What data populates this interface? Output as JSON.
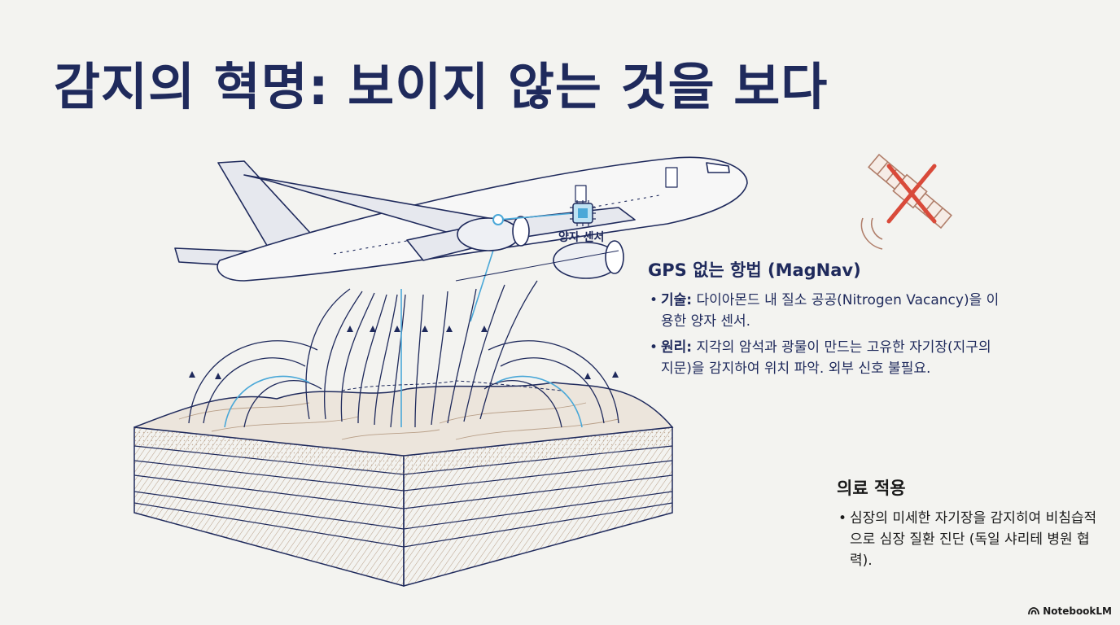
{
  "title": "감지의 혁명: 보이지 않는 것을 보다",
  "sensor_label": "양자 센서",
  "gps": {
    "heading": "GPS 없는 항법 (MagNav)",
    "bullets": [
      {
        "label": "기술:",
        "text": " 다이아몬드 내 질소 공공(Nitrogen Vacancy)을 이용한 양자 센서."
      },
      {
        "label": "원리:",
        "text": " 지각의 암석과 광물이 만드는 고유한 자기장(지구의 지문)을 감지하여 위치 파악. 외부 신호 불필요."
      }
    ]
  },
  "medical": {
    "heading": "의료 적용",
    "bullet": "심장의 미세한 자기장을 감지히여 비침습적으로 심장 질환 진단 (독일 샤리테 병원 협력)."
  },
  "brand": "NotebookLM",
  "icons": [
    "airplane-icon",
    "quantum-chip-icon",
    "crossed-satellite-icon",
    "earth-crust-block-icon",
    "magnetic-field-lines-icon"
  ],
  "colors": {
    "navy": "#1f2a5c",
    "line_blue": "#4aa8d8",
    "cross_red": "#d94a3a",
    "crust_brown": "#b89f88"
  }
}
